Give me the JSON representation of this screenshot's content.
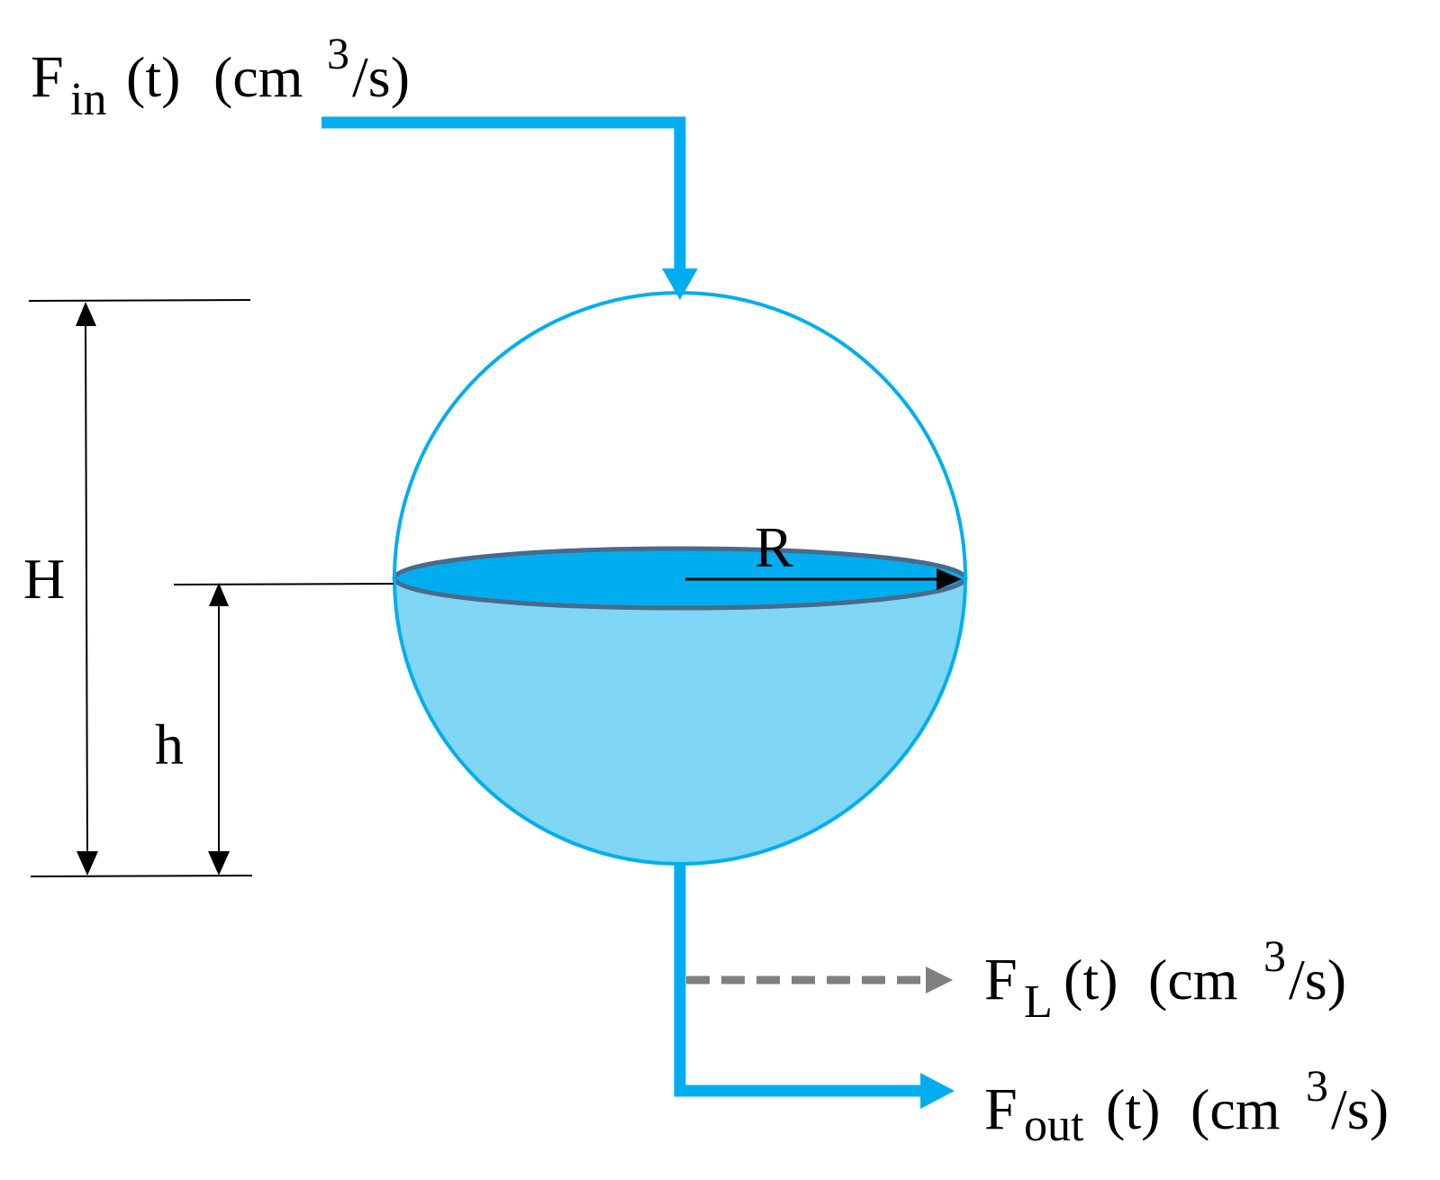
{
  "labels": {
    "inflow": {
      "symbol": "F",
      "sub": "in",
      "arg": "(t)",
      "unit_open": "(cm",
      "unit_exp": "3",
      "unit_close": "/s)"
    },
    "leak": {
      "symbol": "F",
      "sub": "L",
      "arg": "(t)",
      "unit_open": "(cm",
      "unit_exp": "3",
      "unit_close": "/s)"
    },
    "outflow": {
      "symbol": "F",
      "sub": "out",
      "arg": "(t)",
      "unit_open": "(cm",
      "unit_exp": "3",
      "unit_close": "/s)"
    },
    "total_height": "H",
    "liquid_height": "h",
    "radius": "R"
  },
  "colors": {
    "pipe": "#00aeef",
    "tank_outline": "#00aeef",
    "liquid": "#7fd6f5",
    "liquid_surface": "#00aeef",
    "surface_rim": "#4a6a8a",
    "leak": "#808080",
    "dimension": "#000000"
  }
}
